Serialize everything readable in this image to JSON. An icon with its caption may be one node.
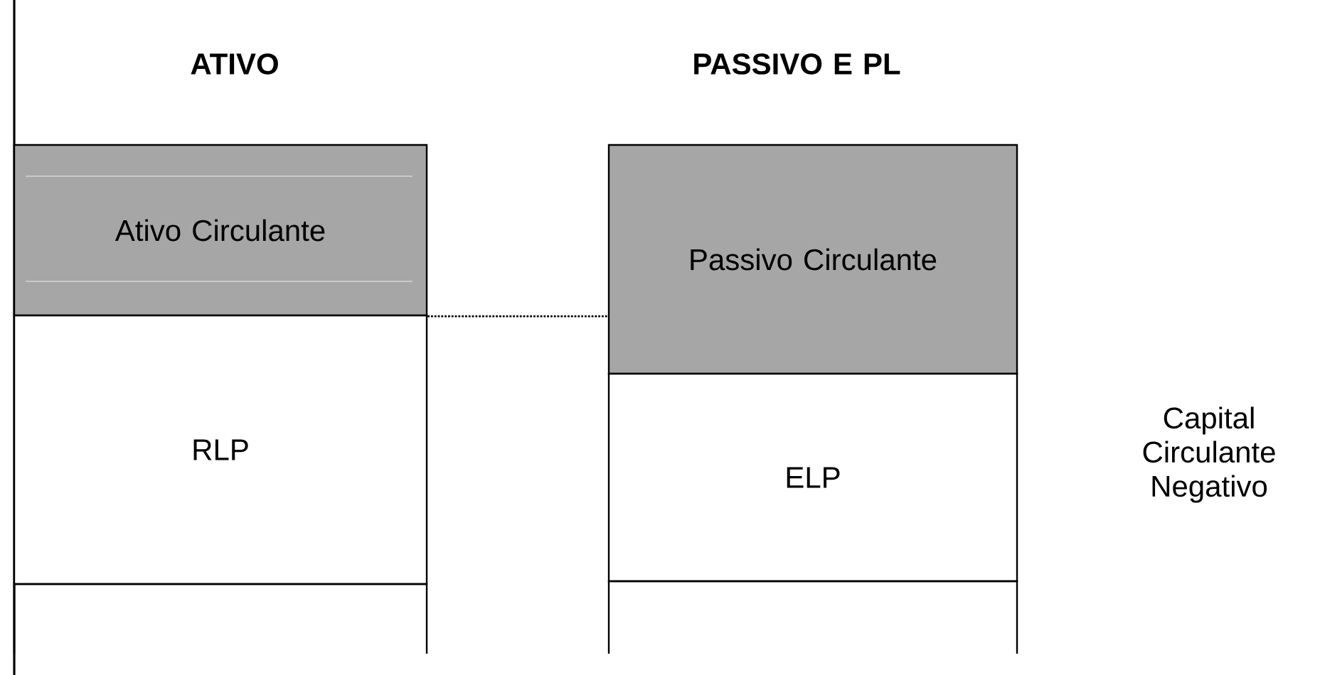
{
  "diagram": {
    "nodes": [
      {
        "text": [
          "Ativo Circulante"
        ]
      },
      {
        "text": [
          "RLP"
        ]
      },
      {
        "text": [],
        "shape": "box"
      },
      {
        "text": [
          "Passivo Circulante"
        ]
      },
      {
        "text": [
          "ELP"
        ]
      },
      {
        "text": [],
        "shape": "box"
      }
    ],
    "edges": [
      {
        "from": 0,
        "to": 3,
        "arrow": "none",
        "style": "dashed"
      }
    ],
    "labels": [
      "ATIVO",
      "PASSIVO E PL",
      "Capital Circulante Negativo"
    ]
  }
}
